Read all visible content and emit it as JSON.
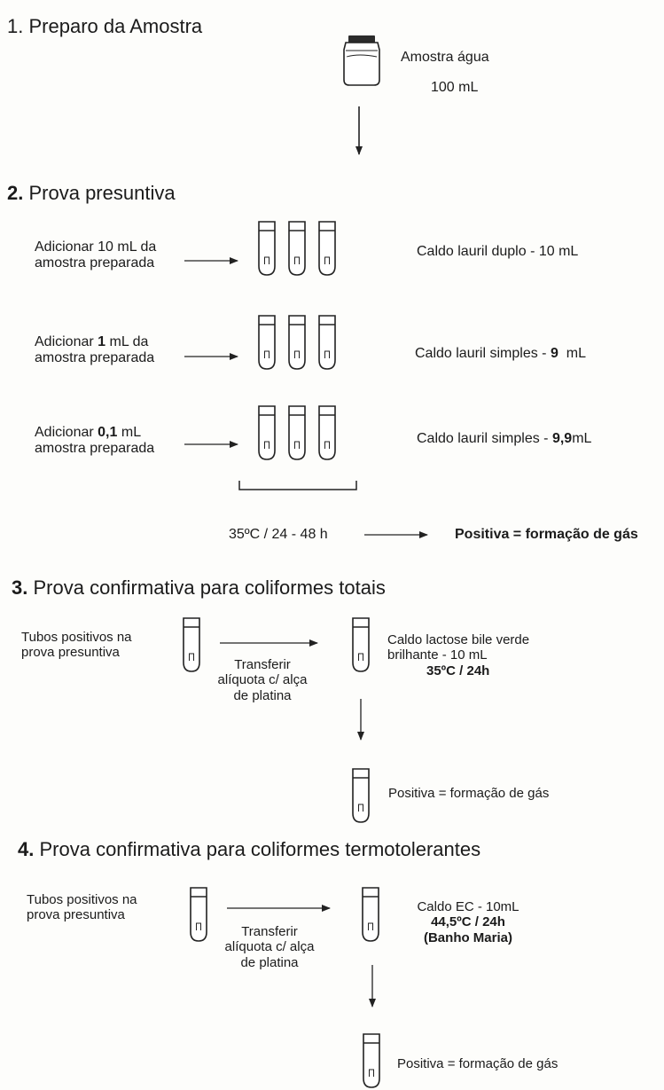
{
  "section1": {
    "number": "1.",
    "title": "Preparo da Amostra",
    "sample_label": "Amostra água",
    "sample_volume": "100 mL"
  },
  "section2": {
    "number": "2.",
    "title": "Prova presuntiva",
    "rows": [
      {
        "add_prefix": "Adicionar",
        "add_value": "10",
        "add_suffix": "mL da",
        "add_line2": "amostra preparada",
        "medium_prefix": "Caldo lauril duplo - ",
        "medium_value": "10",
        "medium_unit": " mL"
      },
      {
        "add_prefix": "Adicionar",
        "add_value": "1",
        "add_suffix": "mL da",
        "add_line2": "amostra preparada",
        "medium_prefix": "Caldo lauril simples - ",
        "medium_value": "9",
        "medium_unit": "mL"
      },
      {
        "add_prefix": "Adicionar",
        "add_value": "0,1",
        "add_suffix": "mL",
        "add_line2": "amostra preparada",
        "medium_prefix": "Caldo lauril simples - ",
        "medium_value": "9,9",
        "medium_unit": "mL"
      }
    ],
    "incubation": "35ºC / 24 - 48 h",
    "result": "Positiva = formação de gás"
  },
  "section3": {
    "number": "3.",
    "title": "Prova confirmativa para coliformes totais",
    "source_line1": "Tubos positivos na",
    "source_line2": "prova presuntiva",
    "transfer_line1": "Transferir",
    "transfer_line2": "alíquota c/ alça",
    "transfer_line3": "de platina",
    "medium_line1": "Caldo lactose bile verde",
    "medium_line2": "brilhante - 10 mL",
    "medium_line3": "35ºC / 24h",
    "result": "Positiva = formação de gás"
  },
  "section4": {
    "number": "4.",
    "title": "Prova confirmativa para coliformes termotolerantes",
    "source_line1": "Tubos positivos na",
    "source_line2": "prova presuntiva",
    "transfer_line1": "Transferir",
    "transfer_line2": "alíquota c/ alça",
    "transfer_line3": "de platina",
    "medium_line1": "Caldo EC - 10mL",
    "medium_line2": "44,5ºC / 24h",
    "medium_line3": "(Banho Maria)",
    "result": "Positiva = formação de gás"
  }
}
